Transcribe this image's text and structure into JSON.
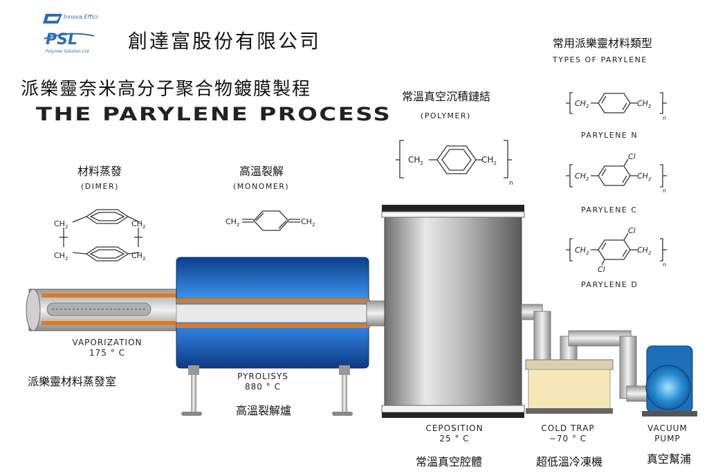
{
  "logo": {
    "top_text": "Innova Efficiency",
    "brand": "PSL",
    "sub": "Polymer Solution Ltd"
  },
  "company": "創達富股份有限公司",
  "title_zh": "派樂靈奈米高分子聚合物鍍膜製程",
  "title_en": "THE PARYLENE PROCESS",
  "stages": {
    "dimer": {
      "zh": "材料蒸發",
      "en": "(DIMER)"
    },
    "monomer": {
      "zh": "高溫裂解",
      "en": "(MONOMER)"
    },
    "polymer": {
      "zh": "常溫真空沉積鏈結",
      "en": "(POLYMER)"
    },
    "types": {
      "zh": "常用派樂靈材料類型",
      "en": "TYPES OF PARYLENE"
    }
  },
  "types_list": [
    "PARYLENE N",
    "PARYLENE C",
    "PARYLENE D"
  ],
  "equipment": {
    "vaporization": {
      "en1": "VAPORIZATION",
      "en2": "175 ° C",
      "zh": "派樂靈材料蒸發室"
    },
    "pyrolysis": {
      "en1": "PYROLISYS",
      "en2": "880 ° C",
      "zh": "高溫裂解爐"
    },
    "deposition": {
      "en1": "CEPOSITION",
      "en2": "25 ° C",
      "zh": "常溫真空腔體"
    },
    "cold_trap": {
      "en1": "COLD TRAP",
      "en2": "−70 ° C",
      "zh": "超低溫冷凍機"
    },
    "vacuum": {
      "en1": "VACUUM",
      "en2": "PUMP",
      "zh": "真空幫浦"
    }
  },
  "chem": {
    "ch2": "CH",
    "sub2": "2",
    "n": "n",
    "cl": "Cl"
  },
  "colors": {
    "furnace_blue": "#1f6fd0",
    "heater_orange": "#e07a1f",
    "chamber_gray": "#c9c9c9",
    "pump_blue": "#2a8fd6",
    "trap_cream": "#f6e7b8"
  }
}
